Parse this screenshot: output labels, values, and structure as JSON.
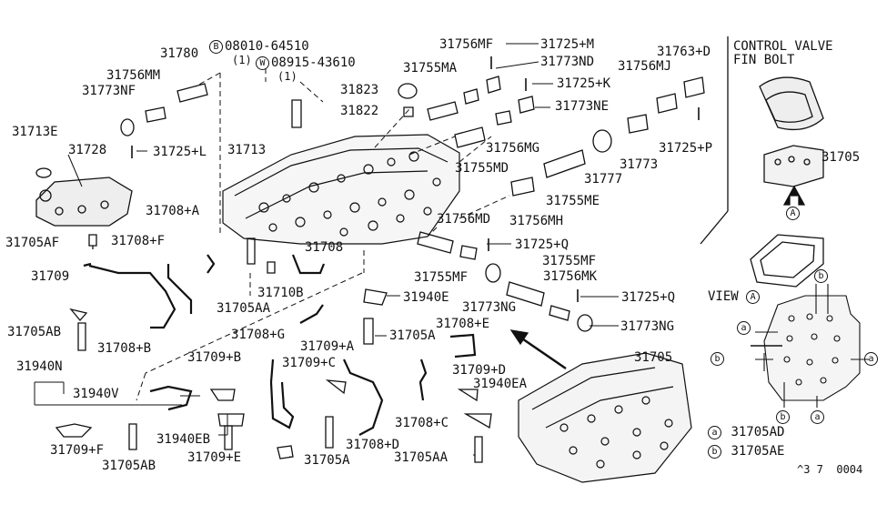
{
  "header": {
    "line1": "CONTROL VALVE",
    "line2": "FIN BOLT"
  },
  "spec_codes": [
    {
      "badge": "B",
      "code": "08010-64510",
      "qty": "(1)"
    },
    {
      "badge": "W",
      "code": "08915-43610",
      "qty": "(1)"
    }
  ],
  "labels": {
    "p31780": "31780",
    "p31756MM": "31756MM",
    "p31773NF": "31773NF",
    "p31713E": "31713E",
    "p31728": "31728",
    "p31725L": "31725+L",
    "p31713": "31713",
    "p31708A": "31708+A",
    "p31705AF": "31705AF",
    "p31708F": "31708+F",
    "p31709": "31709",
    "p31708": "31708",
    "p31710B": "31710B",
    "p31705AA_top": "31705AA",
    "p31705AB_mid": "31705AB",
    "p31708B": "31708+B",
    "p31708G": "31708+G",
    "p31709A": "31709+A",
    "p31709B": "31709+B",
    "p31940N": "31940N",
    "p31940V": "31940V",
    "p31709C": "31709+C",
    "p31940EB": "31940EB",
    "p31709F": "31709+F",
    "p31705AB_bot": "31705AB",
    "p31709E": "31709+E",
    "p31705A_bot": "31705A",
    "p31708D": "31708+D",
    "p31708C": "31708+C",
    "p31709D": "31709+D",
    "p31940EA": "31940EA",
    "p31705AA_bot": "31705AA",
    "p31756MF_top": "31756MF",
    "p31725M": "31725+M",
    "p31755MA": "31755MA",
    "p31773ND": "31773ND",
    "p31823": "31823",
    "p31725K": "31725+K",
    "p31822": "31822",
    "p31773NE": "31773NE",
    "p31756MG": "31756MG",
    "p31755MD": "31755MD",
    "p31777": "31777",
    "p31773": "31773",
    "p31763D": "31763+D",
    "p31756MJ": "31756MJ",
    "p31725P": "31725+P",
    "p31755ME": "31755ME",
    "p31756MH": "31756MH",
    "p31756MD": "31756MD",
    "p31725Q_top": "31725+Q",
    "p31755MF_right": "31755MF",
    "p31755MF_left": "31755MF",
    "p31756MK": "31756MK",
    "p31725Q_mid": "31725+Q",
    "p31940E": "31940E",
    "p31773NG_left": "31773NG",
    "p31773NG_right": "31773NG",
    "p31705A_mid": "31705A",
    "p31708E": "31708+E",
    "p31705_right": "31705",
    "p31705_bot": "31705"
  },
  "view": {
    "label": "VIEW",
    "badge": "A",
    "arrow_badge": "A",
    "marker_a": "a",
    "marker_b": "b"
  },
  "legend": [
    {
      "badge": "a",
      "part": "31705AD"
    },
    {
      "badge": "b",
      "part": "31705AE"
    }
  ],
  "footer": {
    "ref": "^3 7  0004"
  }
}
